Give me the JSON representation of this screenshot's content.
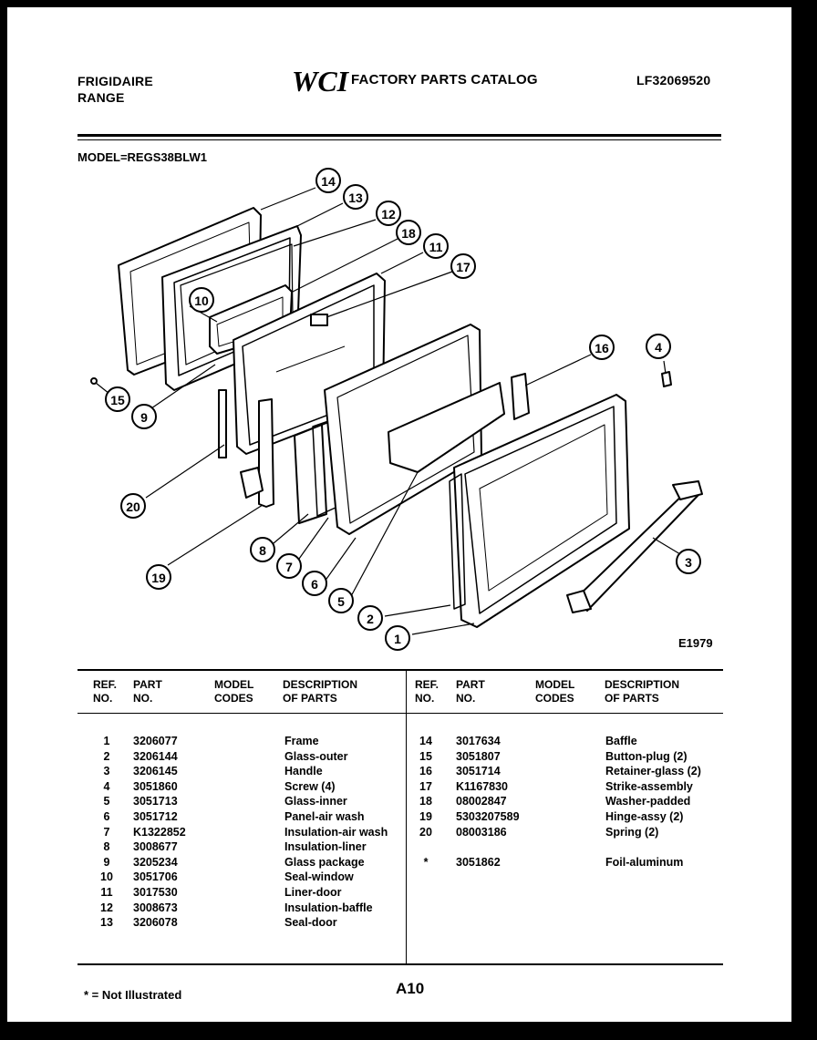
{
  "header": {
    "brand_line1": "FRIGIDAIRE",
    "brand_line2": "RANGE",
    "logo_text": "WCI",
    "catalog_title": "FACTORY PARTS CATALOG",
    "catalog_number": "LF32069520"
  },
  "model_label": "MODEL=REGS38BLW1",
  "diagram": {
    "code": "E1979",
    "callouts": [
      "14",
      "13",
      "12",
      "18",
      "11",
      "17",
      "10",
      "15",
      "9",
      "16",
      "4",
      "20",
      "8",
      "7",
      "6",
      "5",
      "19",
      "3",
      "2",
      "1"
    ]
  },
  "table": {
    "headers": {
      "ref": [
        "REF.",
        "NO."
      ],
      "part": [
        "PART",
        "NO."
      ],
      "model": [
        "MODEL",
        "CODES"
      ],
      "desc": [
        "DESCRIPTION",
        "OF PARTS"
      ]
    },
    "left_rows": [
      {
        "ref": "1",
        "part": "3206077",
        "codes": "",
        "desc": "Frame"
      },
      {
        "ref": "2",
        "part": "3206144",
        "codes": "",
        "desc": "Glass-outer"
      },
      {
        "ref": "3",
        "part": "3206145",
        "codes": "",
        "desc": "Handle"
      },
      {
        "ref": "4",
        "part": "3051860",
        "codes": "",
        "desc": "Screw (4)"
      },
      {
        "ref": "5",
        "part": "3051713",
        "codes": "",
        "desc": "Glass-inner"
      },
      {
        "ref": "6",
        "part": "3051712",
        "codes": "",
        "desc": "Panel-air wash"
      },
      {
        "ref": "7",
        "part": "K1322852",
        "codes": "",
        "desc": "Insulation-air wash"
      },
      {
        "ref": "8",
        "part": "3008677",
        "codes": "",
        "desc": "Insulation-liner"
      },
      {
        "ref": "9",
        "part": "3205234",
        "codes": "",
        "desc": "Glass package"
      },
      {
        "ref": "10",
        "part": "3051706",
        "codes": "",
        "desc": "Seal-window"
      },
      {
        "ref": "11",
        "part": "3017530",
        "codes": "",
        "desc": "Liner-door"
      },
      {
        "ref": "12",
        "part": "3008673",
        "codes": "",
        "desc": "Insulation-baffle"
      },
      {
        "ref": "13",
        "part": "3206078",
        "codes": "",
        "desc": "Seal-door"
      }
    ],
    "right_rows": [
      {
        "ref": "14",
        "part": "3017634",
        "codes": "",
        "desc": "Baffle"
      },
      {
        "ref": "15",
        "part": "3051807",
        "codes": "",
        "desc": "Button-plug (2)"
      },
      {
        "ref": "16",
        "part": "3051714",
        "codes": "",
        "desc": "Retainer-glass (2)"
      },
      {
        "ref": "17",
        "part": "K1167830",
        "codes": "",
        "desc": "Strike-assembly"
      },
      {
        "ref": "18",
        "part": "08002847",
        "codes": "",
        "desc": "Washer-padded"
      },
      {
        "ref": "19",
        "part": "5303207589",
        "codes": "",
        "desc": "Hinge-assy (2)"
      },
      {
        "ref": "20",
        "part": "08003186",
        "codes": "",
        "desc": "Spring (2)"
      },
      {
        "ref": "",
        "part": "",
        "codes": "",
        "desc": ""
      },
      {
        "ref": "*",
        "part": "3051862",
        "codes": "",
        "desc": "Foil-aluminum"
      }
    ]
  },
  "footer": {
    "note": "* = Not Illustrated",
    "page_number": "A10"
  }
}
